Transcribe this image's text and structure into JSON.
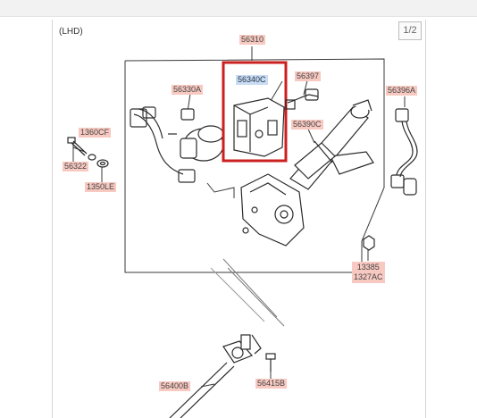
{
  "viewer": {
    "region_label": "(LHD)",
    "page_indicator": "1/2"
  },
  "colors": {
    "callout_bg": "#f7c9c1",
    "selected_callout_bg": "#c9dcf4",
    "highlight_box": "#cc1f1f"
  },
  "parts": {
    "p56310": "56310",
    "p56340C": "56340C",
    "p56397": "56397",
    "p56330A": "56330A",
    "p56396A": "56396A",
    "p56390C": "56390C",
    "p1360CF": "1360CF",
    "p56322": "56322",
    "p1350LE": "1350LE",
    "p13385": "13385",
    "p1327AC": "1327AC",
    "p56400B": "56400B",
    "p56415B": "56415B"
  },
  "selected_part": "56340C"
}
